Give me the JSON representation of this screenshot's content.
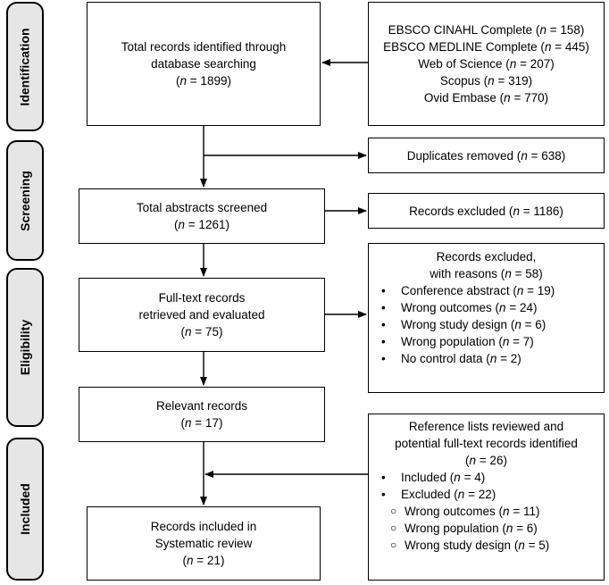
{
  "stages": {
    "identification": "Identification",
    "screening": "Screening",
    "eligibility": "Eligibility",
    "included": "Included"
  },
  "identified": {
    "line1": "Total records identified through",
    "line2": "database searching",
    "n_label": "n",
    "n_value": " = 1899)"
  },
  "databases": [
    {
      "name": "EBSCO CINAHL Complete (",
      "n": "n",
      "value": " = 158)"
    },
    {
      "name": "EBSCO MEDLINE Complete (",
      "n": "n",
      "value": " = 445)"
    },
    {
      "name": "Web of Science (",
      "n": "n",
      "value": " = 207)"
    },
    {
      "name": "Scopus (",
      "n": "n",
      "value": " = 319)"
    },
    {
      "name": "Ovid Embase (",
      "n": "n",
      "value": " = 770)"
    }
  ],
  "duplicates": {
    "label": "Duplicates removed (",
    "n": "n",
    "value": " = 638)"
  },
  "screened": {
    "line1": "Total abstracts screened",
    "n": "n",
    "value": " = 1261)"
  },
  "excluded_abstracts": {
    "label": "Records excluded (",
    "n": "n",
    "value": " = 1186)"
  },
  "fulltext": {
    "line1": "Full-text records",
    "line2": "retrieved and evaluated",
    "n": "n",
    "value": " = 75)"
  },
  "excluded_fulltext": {
    "line1": "Records excluded,",
    "line2": "with reasons (",
    "n": "n",
    "value": " = 58)",
    "reasons": [
      {
        "label": "Conference abstract (",
        "n": "n",
        "value": " = 19)"
      },
      {
        "label": "Wrong outcomes (",
        "n": "n",
        "value": " = 24)"
      },
      {
        "label": "Wrong study design (",
        "n": "n",
        "value": " = 6)"
      },
      {
        "label": "Wrong population (",
        "n": "n",
        "value": " = 7)"
      },
      {
        "label": "No control data (",
        "n": "n",
        "value": " = 2)"
      }
    ]
  },
  "relevant": {
    "line1": "Relevant records",
    "n": "n",
    "value": " = 17)"
  },
  "reference": {
    "line1": "Reference lists reviewed and",
    "line2": "potential full-text records identified",
    "n": "n",
    "value": " = 26)",
    "items": [
      {
        "label": "Included (",
        "n": "n",
        "value": " = 4)"
      },
      {
        "label": "Excluded (",
        "n": "n",
        "value": " = 22)"
      }
    ],
    "subitems": [
      {
        "label": "Wrong outcomes (",
        "n": "n",
        "value": " = 11)"
      },
      {
        "label": "Wrong population (",
        "n": "n",
        "value": " = 6)"
      },
      {
        "label": "Wrong study design (",
        "n": "n",
        "value": " = 5)"
      }
    ]
  },
  "final": {
    "line1": "Records included in",
    "line2": "Systematic review",
    "n": "n",
    "value": " = 21)"
  }
}
